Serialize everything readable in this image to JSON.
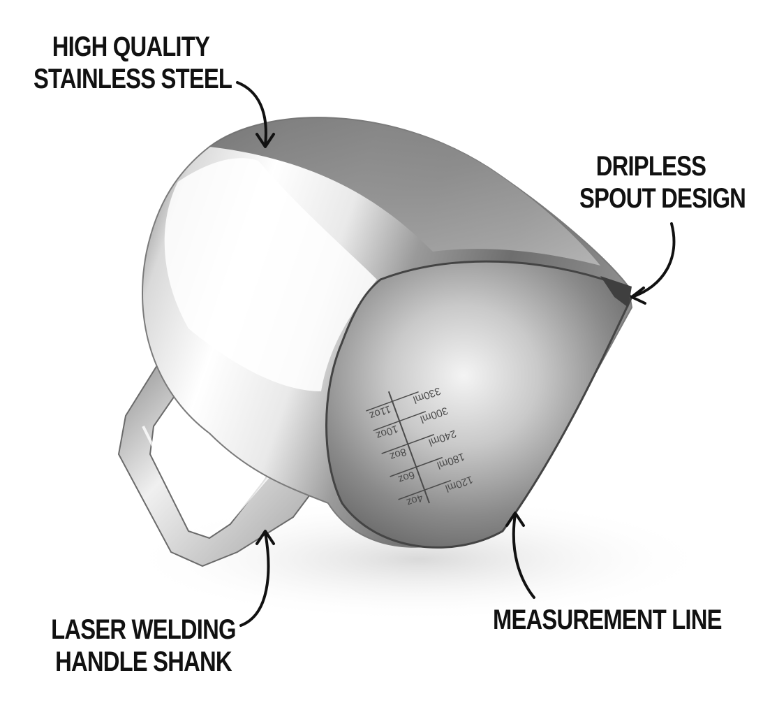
{
  "callouts": {
    "steel": {
      "line1": "HIGH QUALITY",
      "line2": "STAINLESS STEEL"
    },
    "spout": {
      "line1": "DRIPLESS",
      "line2": "SPOUT DESIGN"
    },
    "handle": {
      "line1": "LASER WELDING",
      "line2": "HANDLE SHANK"
    },
    "measurement": {
      "line1": "MEASUREMENT LINE"
    }
  },
  "measurement_marks": {
    "oz": [
      "4oz",
      "6oz",
      "8oz",
      "10oz",
      "11oz"
    ],
    "ml": [
      "120ml",
      "180ml",
      "240ml",
      "300ml",
      "330ml"
    ]
  },
  "colors": {
    "label_text": "#111111",
    "arrow": "#111111",
    "background": "#ffffff",
    "steel_light": "#f2f2f2",
    "steel_mid": "#b8b8b8",
    "steel_dark": "#555555"
  }
}
